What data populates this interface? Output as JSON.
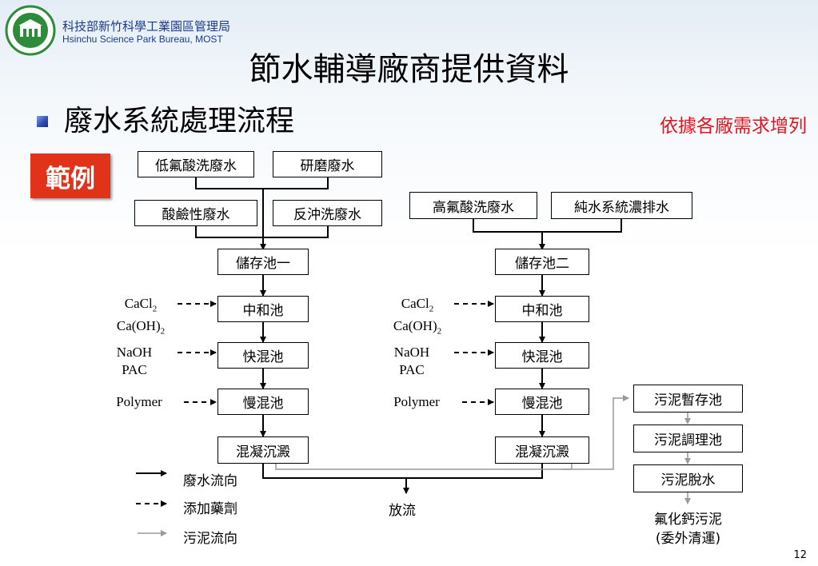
{
  "header": {
    "org_name_cn": "科技部新竹科學工業園區管理局",
    "org_name_en": "Hsinchu Science Park Bureau, MOST",
    "logo_icon": "park-bureau-logo-icon"
  },
  "slide": {
    "title": "節水輔導廠商提供資料",
    "subtitle": "廢水系統處理流程",
    "note": "依據各廠需求增列",
    "example_badge": "範例",
    "page_number": "12"
  },
  "colors": {
    "note": "#e0141e",
    "badge": "#e1321a",
    "org_text": "#1b3a8c"
  },
  "diagram": {
    "line1": {
      "sources": [
        "低氟酸洗廢水",
        "研磨廢水",
        "酸鹼性廢水",
        "反沖洗廢水"
      ],
      "storage": "儲存池一",
      "neutral": "中和池",
      "rapid_mix": "快混池",
      "slow_mix": "慢混池",
      "settling": "混凝沉澱",
      "chem_neutral": {
        "line1": "CaCl",
        "line1_sub": "2",
        "line2": "Ca(OH)",
        "line2_sub": "2"
      },
      "chem_rapid": {
        "line1": "NaOH",
        "line2": "PAC"
      },
      "chem_slow": "Polymer"
    },
    "line2": {
      "sources": [
        "高氟酸洗廢水",
        "純水系統濃排水"
      ],
      "storage": "儲存池二",
      "neutral": "中和池",
      "rapid_mix": "快混池",
      "slow_mix": "慢混池",
      "settling": "混凝沉澱",
      "chem_neutral": {
        "line1": "CaCl",
        "line1_sub": "2",
        "line2": "Ca(OH)",
        "line2_sub": "2"
      },
      "chem_rapid": {
        "line1": "NaOH",
        "line2": "PAC"
      },
      "chem_slow": "Polymer"
    },
    "sludge": {
      "temp_storage": "污泥暫存池",
      "conditioning": "污泥調理池",
      "dewatering": "污泥脫水",
      "final_line1": "氟化鈣污泥",
      "final_line2": "(委外清運)"
    },
    "discharge": "放流",
    "legend": {
      "wastewater_flow": "廢水流向",
      "chemical_addition": "添加藥劑",
      "sludge_flow": "污泥流向"
    }
  }
}
